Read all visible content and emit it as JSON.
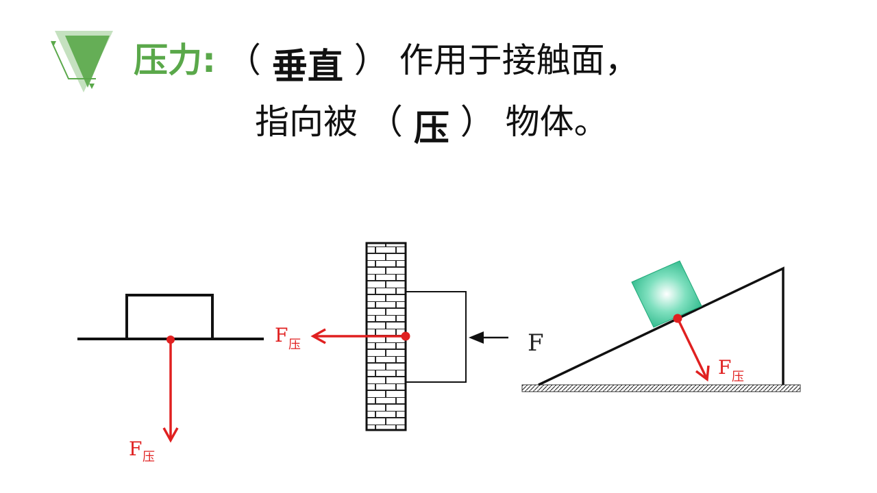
{
  "title": {
    "heading": "压力:",
    "open_paren": "（",
    "answer1": "垂直",
    "close_paren": "）",
    "line1_rest": "作用于接触面，",
    "line2_start": "指向被",
    "answer2": "压",
    "line2_end": "物体。"
  },
  "figures": {
    "floor": {
      "force_label": "F",
      "force_subscript": "压"
    },
    "wall": {
      "force_label": "F",
      "force_subscript": "压",
      "applied_label": "F"
    },
    "incline": {
      "force_label": "F",
      "force_subscript": "压"
    }
  },
  "colors": {
    "accent": "#5aa84a",
    "force": "#e02020",
    "block": "#2fbf8f"
  }
}
